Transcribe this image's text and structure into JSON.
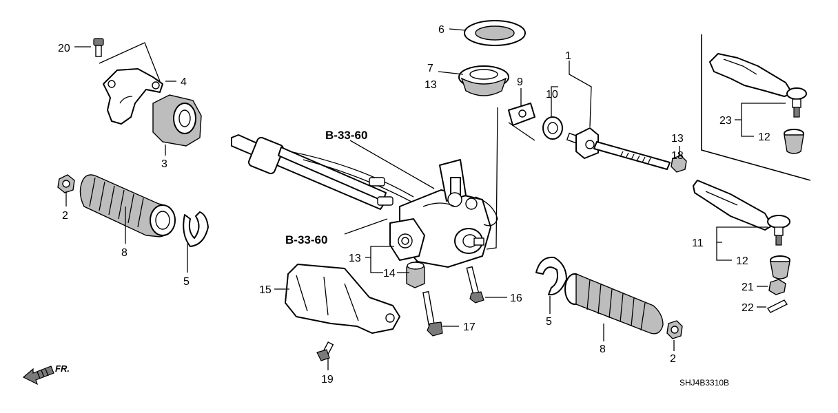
{
  "diagram": {
    "callouts": [
      {
        "id": "c20",
        "label": "20"
      },
      {
        "id": "c4",
        "label": "4"
      },
      {
        "id": "c3",
        "label": "3"
      },
      {
        "id": "c2a",
        "label": "2"
      },
      {
        "id": "c8a",
        "label": "8"
      },
      {
        "id": "c5a",
        "label": "5"
      },
      {
        "id": "c6",
        "label": "6"
      },
      {
        "id": "c7",
        "label": "7"
      },
      {
        "id": "c13a",
        "label": "13"
      },
      {
        "id": "c9",
        "label": "9"
      },
      {
        "id": "c1",
        "label": "1"
      },
      {
        "id": "c10",
        "label": "10"
      },
      {
        "id": "c13b",
        "label": "13"
      },
      {
        "id": "c18",
        "label": "18"
      },
      {
        "id": "c23",
        "label": "23"
      },
      {
        "id": "c12a",
        "label": "12"
      },
      {
        "id": "c11",
        "label": "11"
      },
      {
        "id": "c12b",
        "label": "12"
      },
      {
        "id": "c21",
        "label": "21"
      },
      {
        "id": "c22",
        "label": "22"
      },
      {
        "id": "c13c",
        "label": "13"
      },
      {
        "id": "c14",
        "label": "14"
      },
      {
        "id": "c15",
        "label": "15"
      },
      {
        "id": "c16",
        "label": "16"
      },
      {
        "id": "c17",
        "label": "17"
      },
      {
        "id": "c19",
        "label": "19"
      },
      {
        "id": "c5b",
        "label": "5"
      },
      {
        "id": "c8b",
        "label": "8"
      },
      {
        "id": "c2b",
        "label": "2"
      }
    ],
    "references": [
      {
        "id": "ref-top",
        "label": "B-33-60"
      },
      {
        "id": "ref-bottom",
        "label": "B-33-60"
      }
    ],
    "direction_label": "FR.",
    "diagram_code": "SHJ4B3310B"
  }
}
